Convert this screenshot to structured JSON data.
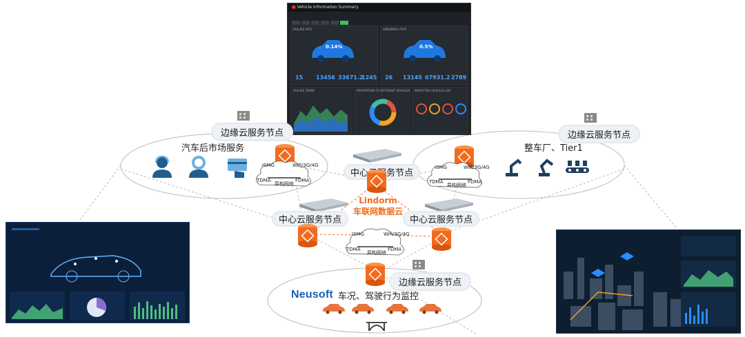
{
  "labels": {
    "edge_top_left": "边缘云服务节点",
    "edge_top_right": "边缘云服务节点",
    "edge_bottom": "边缘云服务节点",
    "center_top": "中心云服务节点",
    "center_left": "中心云服务节点",
    "center_right": "中心云服务节点",
    "aftermarket": "汽车后市场服务",
    "oem": "整车厂、Tier1",
    "monitoring": "车况、驾驶行为监控",
    "lindorm_line1": "Lindorm",
    "lindorm_line2": "车联网数据云",
    "brand": "Neusoft"
  },
  "network_tags": {
    "ismg": "ISMG",
    "wifi": "Wifi/3G/4G",
    "tdma": "TDMA",
    "fdma": "FDMA",
    "hetero": "异构网络"
  },
  "top_dashboard": {
    "title": "Vehicle Information Summary",
    "kpi_left": "0.14%",
    "kpi_right": "0.5%",
    "stats": [
      "15",
      "13456",
      "33671.2",
      "1245",
      "26",
      "13145",
      "67931.2",
      "2789"
    ],
    "panel_titles": [
      "FAILURE RATE",
      "ABNORMAL RATE",
      "FAILURE TREND",
      "PROPORTION OF DIFFERENT VEHICLES",
      "INSPECTED VEHICLES LIST"
    ]
  },
  "colors": {
    "orange": "#f26b1d",
    "blue": "#1a5fb4",
    "dash_bg": "#1e2126",
    "accent_blue": "#2b8cff"
  }
}
